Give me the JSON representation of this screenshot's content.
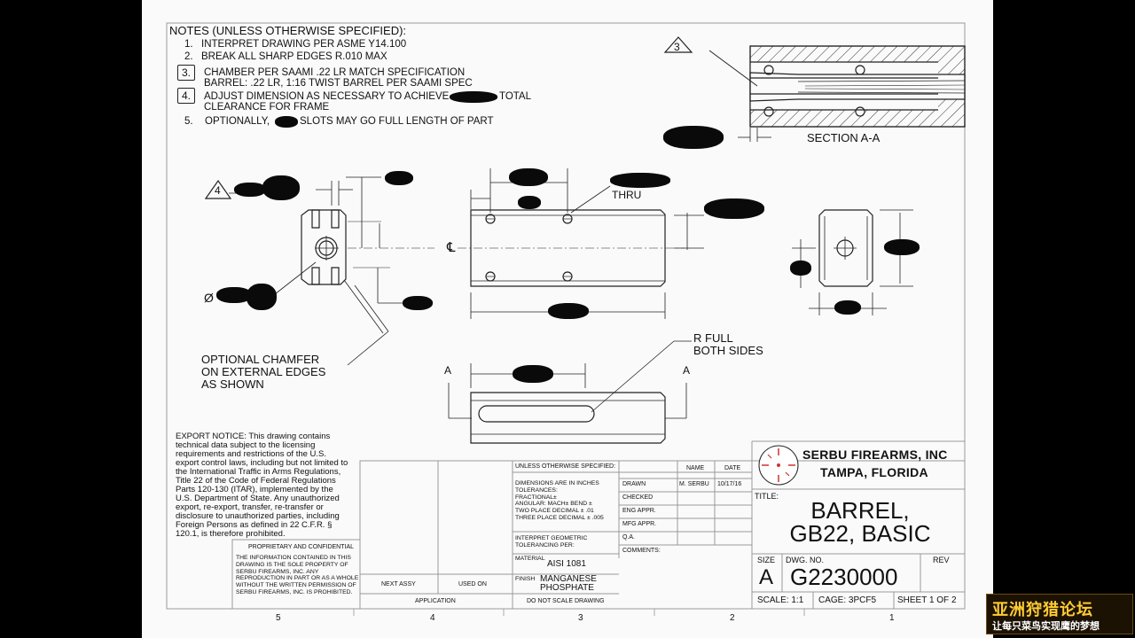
{
  "notes": {
    "heading": "NOTES (UNLESS OTHERWISE SPECIFIED):",
    "n1_num": "1.",
    "n1": "INTERPRET DRAWING PER ASME Y14.100",
    "n2_num": "2.",
    "n2": "BREAK ALL SHARP EDGES R.010 MAX",
    "n3_num": "3.",
    "n3_l1": "CHAMBER PER SAAMI .22 LR MATCH SPECIFICATION",
    "n3_l2": "BARREL: .22 LR, 1:16 TWIST BARREL PER SAAMI SPEC",
    "n4_num": "4.",
    "n4_l1a": "ADJUST DIMENSION AS NECESSARY TO ACHIEVE",
    "n4_l1b": "TOTAL",
    "n4_l2": "CLEARANCE FOR FRAME",
    "n5_num": "5.",
    "n5a": "OPTIONALLY,",
    "n5b": "SLOTS MAY GO FULL LENGTH OF PART"
  },
  "views": {
    "section_label": "SECTION A-A",
    "flag3": "3",
    "flag4": "4",
    "thru": "THRU",
    "cl": "℄",
    "diameter": "Ø",
    "chamfer_l1": "OPTIONAL CHAMFER",
    "chamfer_l2": "ON EXTERNAL EDGES",
    "chamfer_l3": "AS SHOWN",
    "rfull_l1": "R FULL",
    "rfull_l2": "BOTH SIDES",
    "cut_a": "A"
  },
  "export_notice": [
    "EXPORT NOTICE: This drawing contains",
    "technical data subject to the licensing",
    "requirements and restrictions of the U.S.",
    "export control laws, including but not limited to",
    "the International Traffic in Arms Regulations,",
    "Title 22 of the Code of Federal Regulations",
    "Parts 120-130 (ITAR), implemented by the",
    "U.S. Department of State.  Any unauthorized",
    "export, re-export, transfer, re-transfer or",
    "disclosure to unauthorized parties, including",
    "Foreign Persons as defined in 22 C.F.R. §",
    "120.1, is therefore prohibited."
  ],
  "proprietary": {
    "title": "PROPRIETARY AND CONFIDENTIAL",
    "lines": [
      "THE INFORMATION CONTAINED IN THIS",
      "DRAWING IS THE SOLE PROPERTY OF",
      "SERBU FIREARMS, INC.  ANY",
      "REPRODUCTION IN PART OR AS A WHOLE",
      "WITHOUT THE WRITTEN PERMISSION OF",
      "SERBU FIREARMS, INC. IS PROHIBITED."
    ]
  },
  "titleblock": {
    "next_assy": "NEXT ASSY",
    "used_on": "USED ON",
    "application": "APPLICATION",
    "unless": "UNLESS OTHERWISE SPECIFIED:",
    "dims_l1": "DIMENSIONS ARE IN INCHES",
    "dims_l2": "TOLERANCES:",
    "dims_l3": "FRACTIONAL±",
    "dims_l4": "ANGULAR: MACH±    BEND ±",
    "dims_l5": "TWO PLACE DECIMAL    ± .01",
    "dims_l6": "THREE PLACE DECIMAL   ± .005",
    "interp_l1": "INTERPRET GEOMETRIC",
    "interp_l2": "TOLERANCING PER:",
    "material_label": "MATERIAL",
    "material": "AISI 1081",
    "finish_label": "FINISH",
    "finish_l1": "MANGANESE",
    "finish_l2": "PHOSPHATE",
    "do_not_scale": "DO NOT SCALE DRAWING",
    "name_col": "NAME",
    "date_col": "DATE",
    "drawn": "DRAWN",
    "drawn_name": "M. SERBU",
    "drawn_date": "10/17/16",
    "checked": "CHECKED",
    "eng_appr": "ENG APPR.",
    "mfg_appr": "MFG APPR.",
    "qa": "Q.A.",
    "comments": "COMMENTS:",
    "company_l1": "SERBU FIREARMS, INC",
    "company_l2": "TAMPA, FLORIDA",
    "title_label": "TITLE:",
    "title_l1": "BARREL,",
    "title_l2": "GB22, BASIC",
    "size_label": "SIZE",
    "size": "A",
    "dwg_label": "DWG.  NO.",
    "dwg_no": "G2230000",
    "rev_label": "REV",
    "scale": "SCALE: 1:1",
    "cage": "CAGE: 3PCF5",
    "sheet": "SHEET 1 OF 2"
  },
  "zones": {
    "z5": "5",
    "z4": "4",
    "z3": "3",
    "z2": "2",
    "z1": "1"
  },
  "watermark": {
    "line1": "亚洲狩猎论坛",
    "line2": "让每只菜鸟实现鹰的梦想"
  }
}
